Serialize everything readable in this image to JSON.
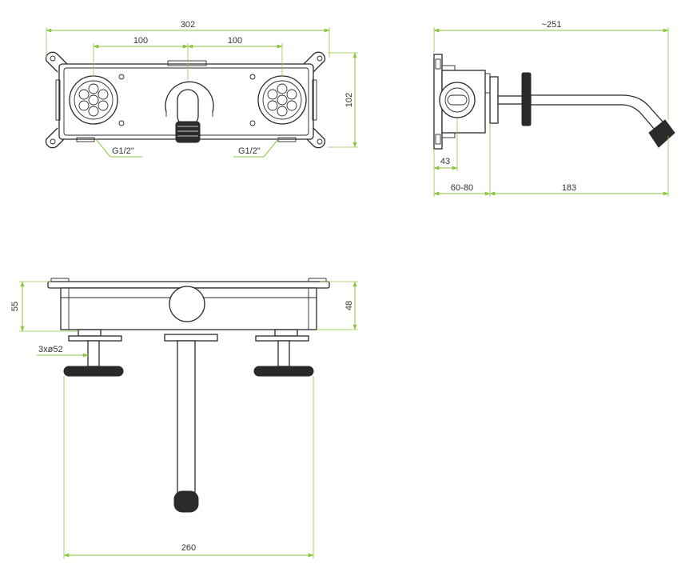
{
  "colors": {
    "outline": "#2a2a2a",
    "dimension": "#8cc63f",
    "text": "#333333",
    "background": "#ffffff"
  },
  "front_view": {
    "overall_width": "302",
    "left_spacing": "100",
    "right_spacing": "100",
    "height": "102",
    "left_thread": "G1/2\"",
    "right_thread": "G1/2\""
  },
  "side_view": {
    "overall_depth": "~251",
    "housing_offset": "43",
    "wall_depth": "60-80",
    "spout_reach": "183"
  },
  "bottom_view": {
    "total_height": "55",
    "body_height": "48",
    "handle_diameter": "3xø52",
    "handle_span": "260"
  }
}
